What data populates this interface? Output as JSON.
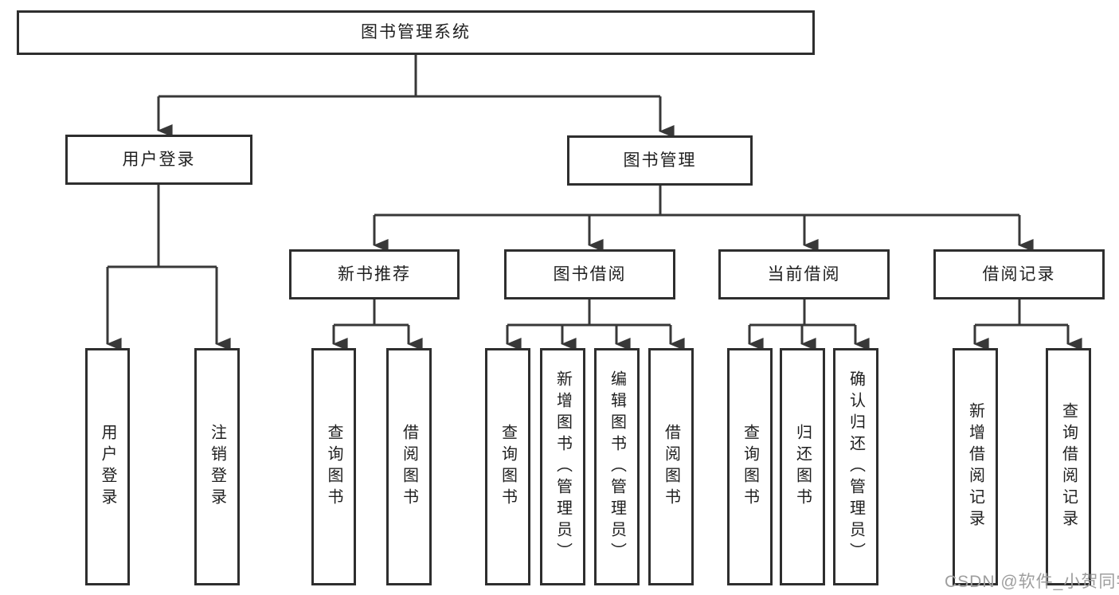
{
  "diagram": {
    "type": "tree",
    "root": {
      "label": "图书管理系统"
    },
    "level2": [
      {
        "label": "用户登录"
      },
      {
        "label": "图书管理"
      }
    ],
    "level3": [
      {
        "label": "新书推荐"
      },
      {
        "label": "图书借阅"
      },
      {
        "label": "当前借阅"
      },
      {
        "label": "借阅记录"
      }
    ],
    "leaves": {
      "user_login": [
        "用户登录",
        "注销登录"
      ],
      "new_book_recommend": [
        "查询图书",
        "借阅图书"
      ],
      "book_borrow": [
        "查询图书",
        "新增图书（管理员）",
        "编辑图书（管理员）",
        "借阅图书"
      ],
      "current_borrow": [
        "查询图书",
        "归还图书",
        "确认归还（管理员）"
      ],
      "borrow_records": [
        "新增借阅记录",
        "查询借阅记录"
      ]
    },
    "structure": [
      {
        "parent": "图书管理系统",
        "children": [
          "用户登录",
          "图书管理"
        ]
      },
      {
        "parent": "用户登录",
        "children": [
          "用户登录",
          "注销登录"
        ]
      },
      {
        "parent": "图书管理",
        "children": [
          "新书推荐",
          "图书借阅",
          "当前借阅",
          "借阅记录"
        ]
      },
      {
        "parent": "新书推荐",
        "children": [
          "查询图书",
          "借阅图书"
        ]
      },
      {
        "parent": "图书借阅",
        "children": [
          "查询图书",
          "新增图书（管理员）",
          "编辑图书（管理员）",
          "借阅图书"
        ]
      },
      {
        "parent": "当前借阅",
        "children": [
          "查询图书",
          "归还图书",
          "确认归还（管理员）"
        ]
      },
      {
        "parent": "借阅记录",
        "children": [
          "新增借阅记录",
          "查询借阅记录"
        ]
      }
    ],
    "colors": {
      "line": "#383838",
      "box_border": "#2e2e2e",
      "box_fill": "#ffffff",
      "text": "#1f1f1f",
      "background": "#ffffff",
      "watermark": "#9e9e9e"
    }
  },
  "watermark": {
    "text": "CSDN @软件_小贺同学"
  }
}
